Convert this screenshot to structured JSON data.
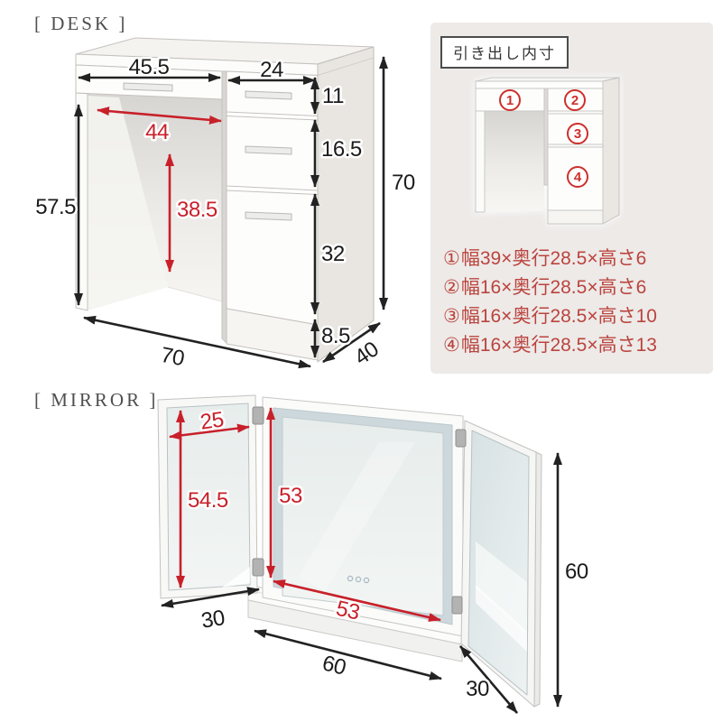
{
  "desk": {
    "section_label": "[ DESK ]",
    "dims": {
      "left_drawer_w": "45.5",
      "right_drawer_w": "24",
      "right_drawer1_h": "11",
      "right_drawer2_h": "16.5",
      "right_door_h": "32",
      "base_h": "8.5",
      "total_h": "70",
      "depth": "40",
      "left_inner_h": "57.5",
      "total_w": "70",
      "knee_inner_w": "44",
      "knee_inner_h": "38.5"
    }
  },
  "drawer_panel": {
    "title": "引き出し内寸",
    "items": [
      {
        "marker": "①",
        "text": "幅39×奥行28.5×高さ6"
      },
      {
        "marker": "②",
        "text": "幅16×奥行28.5×高さ6"
      },
      {
        "marker": "③",
        "text": "幅16×奥行28.5×高さ10"
      },
      {
        "marker": "④",
        "text": "幅16×奥行28.5×高さ13"
      }
    ],
    "circles": [
      "1",
      "2",
      "3",
      "4"
    ]
  },
  "mirror": {
    "section_label": "[ MIRROR ]",
    "dims": {
      "side_mirror_w": "25",
      "side_mirror_h": "54.5",
      "center_mirror_h": "53",
      "center_mirror_w": "53",
      "left_door_d": "30",
      "base_w": "60",
      "right_door_d": "30",
      "total_h": "60"
    }
  },
  "colors": {
    "arrow_black": "#222222",
    "arrow_red": "#c8202a",
    "panel_bg": "#edeae8",
    "panel_text": "#bb443e"
  }
}
